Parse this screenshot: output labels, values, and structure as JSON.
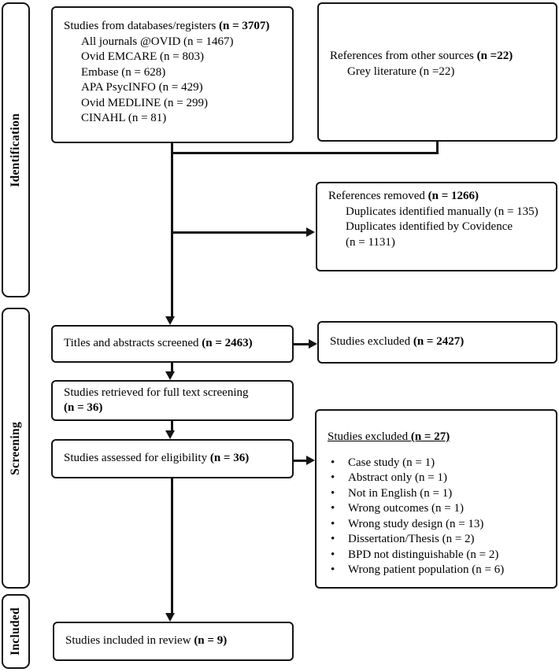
{
  "diagram_type": "PRISMA flow diagram",
  "stages": {
    "identification": "Identification",
    "screening": "Screening",
    "included": "Included"
  },
  "boxes": {
    "databases": {
      "lines": [
        {
          "pre": "Studies from databases/registers ",
          "bold": "(n = 3707)"
        },
        {
          "pre": "All journals @OVID (n = 1467)",
          "indent": true
        },
        {
          "pre": "Ovid EMCARE (n = 803)",
          "indent": true
        },
        {
          "pre": "Embase (n = 628)",
          "indent": true
        },
        {
          "pre": "APA PsycINFO (n = 429)",
          "indent": true
        },
        {
          "pre": "Ovid MEDLINE (n = 299)",
          "indent": true
        },
        {
          "pre": "CINAHL (n = 81)",
          "indent": true
        }
      ]
    },
    "other_sources": {
      "lines": [
        {
          "pre": "References from other sources ",
          "bold": "(n =22)"
        },
        {
          "pre": "Grey literature (n =22)",
          "indent": true
        }
      ]
    },
    "references_removed": {
      "lines": [
        {
          "pre": "References removed ",
          "bold": "(n = 1266)"
        },
        {
          "pre": "Duplicates identified manually (n = 135)",
          "indent": true
        },
        {
          "pre": "Duplicates identified by Covidence",
          "indent": true
        },
        {
          "pre": "(n = 1131)",
          "indent": true
        }
      ]
    },
    "titles_screened": {
      "lines": [
        {
          "pre": "Titles and abstracts screened ",
          "bold": "(n = 2463)"
        }
      ]
    },
    "excluded_screening": {
      "lines": [
        {
          "pre": "Studies excluded ",
          "bold": "(n = 2427)"
        }
      ]
    },
    "full_text_retrieved": {
      "lines": [
        {
          "pre": "Studies retrieved for full text screening"
        },
        {
          "bold": "(n = 36)"
        }
      ]
    },
    "assessed_eligibility": {
      "lines": [
        {
          "pre": "Studies assessed for eligibility ",
          "bold": "(n = 36)"
        }
      ]
    },
    "excluded_eligibility": {
      "title_lines": [
        {
          "pre": "Studies excluded ",
          "bold": "(n = 27)",
          "underline": true
        }
      ],
      "reasons": [
        {
          "pre": "Case study (n = 1)",
          "bullet": true
        },
        {
          "pre": "Abstract only (n = 1)",
          "bullet": true
        },
        {
          "pre": "Not in English (n = 1)",
          "bullet": true
        },
        {
          "pre": "Wrong outcomes (n = 1)",
          "bullet": true
        },
        {
          "pre": "Wrong study design (n = 13)",
          "bullet": true
        },
        {
          "pre": "Dissertation/Thesis (n = 2)",
          "bullet": true
        },
        {
          "pre": "BPD not distinguishable (n = 2)",
          "bullet": true
        },
        {
          "pre": "Wrong patient population (n = 6)",
          "bullet": true
        }
      ]
    },
    "included_review": {
      "lines": [
        {
          "pre": "Studies included in review ",
          "bold": "(n = 9)"
        }
      ]
    }
  },
  "colors": {
    "line": "#141414",
    "background": "#ffffff",
    "text": "#000000"
  }
}
